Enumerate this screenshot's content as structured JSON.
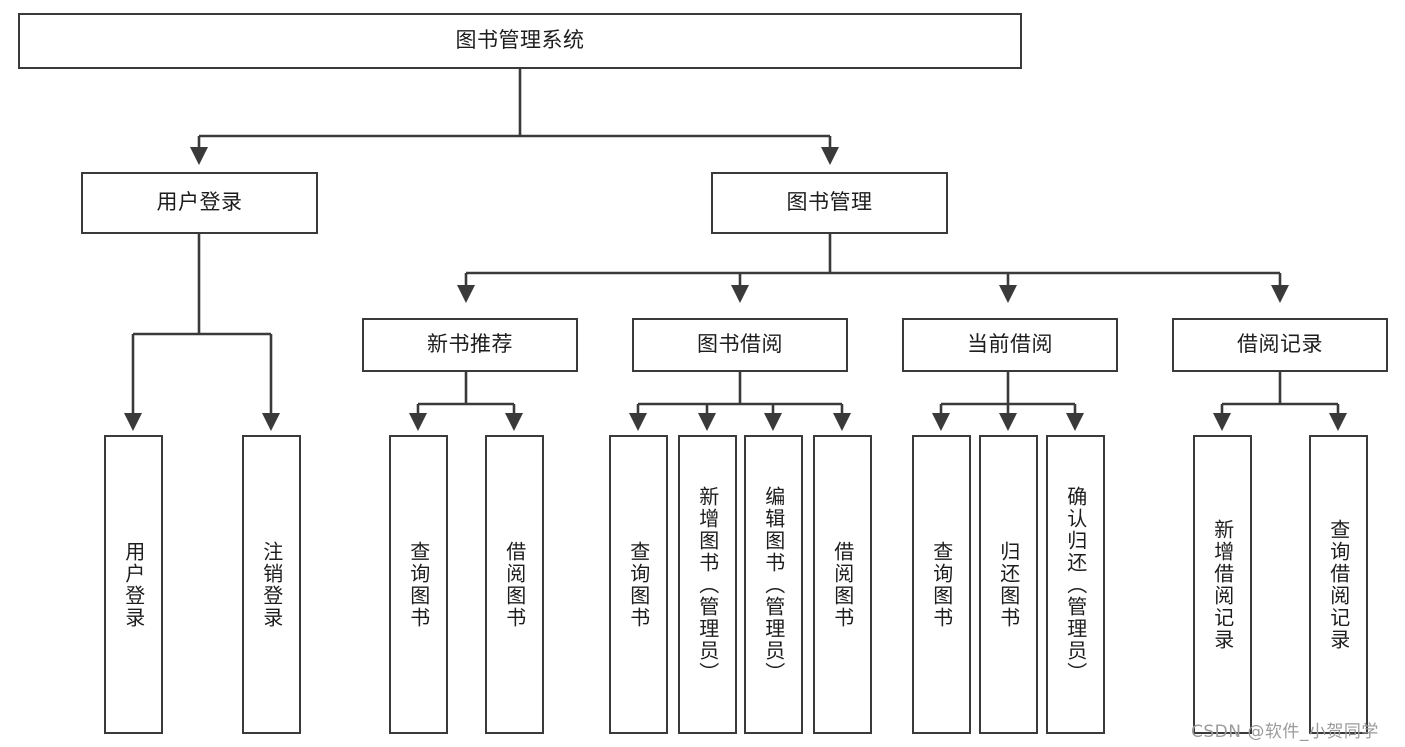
{
  "diagram": {
    "title": "图书管理系统",
    "type": "tree-hierarchy-diagram",
    "watermark": "CSDN @软件_小贺同学",
    "colors": {
      "box_border": "#3a3a3a",
      "box_fill": "#ffffff",
      "connector": "#3a3a3a",
      "text": "#1d1d1d",
      "watermark": "#9b9b9b"
    },
    "nodes": {
      "root": {
        "label": "图书管理系统"
      },
      "level2": [
        {
          "id": "user-login",
          "label": "用户登录"
        },
        {
          "id": "book-manage",
          "label": "图书管理"
        }
      ],
      "level3": [
        {
          "id": "new-book-rec",
          "label": "新书推荐"
        },
        {
          "id": "book-borrow",
          "label": "图书借阅"
        },
        {
          "id": "current-borrow",
          "label": "当前借阅"
        },
        {
          "id": "borrow-record",
          "label": "借阅记录"
        }
      ],
      "leaves": {
        "user_login": [
          {
            "id": "leaf-user-login",
            "label": "用户登录"
          },
          {
            "id": "leaf-logout-login",
            "label": "注销登录"
          }
        ],
        "new_book_rec": [
          {
            "id": "leaf-query-book-1",
            "label": "查询图书"
          },
          {
            "id": "leaf-borrow-book-1",
            "label": "借阅图书"
          }
        ],
        "book_borrow": [
          {
            "id": "leaf-query-book-2",
            "label": "查询图书"
          },
          {
            "id": "leaf-add-book",
            "label": "新增图书（管理员）"
          },
          {
            "id": "leaf-edit-book",
            "label": "编辑图书（管理员）"
          },
          {
            "id": "leaf-borrow-book-2",
            "label": "借阅图书"
          }
        ],
        "current_borrow": [
          {
            "id": "leaf-query-book-3",
            "label": "查询图书"
          },
          {
            "id": "leaf-return-book",
            "label": "归还图书"
          },
          {
            "id": "leaf-confirm-return",
            "label": "确认归还（管理员）"
          }
        ],
        "borrow_record": [
          {
            "id": "leaf-add-record",
            "label": "新增借阅记录"
          },
          {
            "id": "leaf-query-record",
            "label": "查询借阅记录"
          }
        ]
      }
    }
  }
}
